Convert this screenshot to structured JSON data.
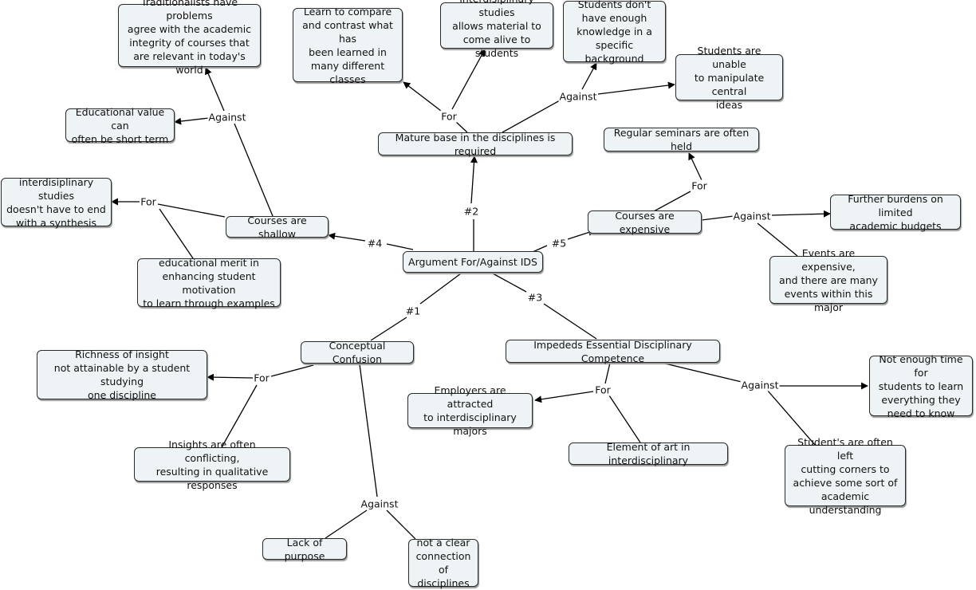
{
  "nodes": {
    "root": "Argument For/Against IDS",
    "mature_base": "Mature base in the disciplines is required",
    "compare": "Learn to compare\nand contrast what has\nbeen learned in\nmany different\nclasses",
    "alive": "Interdisiplinary studies\nallows material to\ncome alive to students",
    "not_enough_knowledge": "Students don't\nhave enough\nknowledge in a\nspecific background",
    "manipulate": "Students are unable\nto manipulate central\nideas",
    "expensive": "Courses are expensive",
    "seminars": "Regular seminars are often held",
    "burdens": "Further burdens on limited\nacademic budgets",
    "events": "Events are expensive,\nand there are many\nevents within this major",
    "shallow": "Courses are shallow",
    "traditionalists": "Traditionalists have problems\nagree with the academic\nintegrity of courses that\nare relevant in today's world",
    "short_term": "Educational value can\noften be short term",
    "no_synthesis": "interdisiplinary studies\ndoesn't have to end\nwith a synthesis",
    "merit": "educational merit in\nenhancing student motivation\nto learn through examples",
    "confusion": "Conceptual Confusion",
    "richness": "Richness of insight\nnot attainable by a student studying\none discipline",
    "conflicting": "Insights are often conflicting,\nresulting in qualitative responses",
    "lack_purpose": "Lack of purpose",
    "not_clear": "not a clear\nconnection\nof disciplines",
    "impedes": "Impededs Essential Disciplinary Competence",
    "employers": "Employers are attracted\nto interdisciplinary majors",
    "art": "Element of art in interdisciplinary",
    "not_enough_time": "Not enough time for\nstudents to learn\neverything they\nneed to know",
    "corners": "Student's are often left\ncutting corners to\nachieve some sort of\nacademic understanding"
  },
  "links": {
    "n1": "#1",
    "n2": "#2",
    "n3": "#3",
    "n4": "#4",
    "n5": "#5",
    "mature_for": "For",
    "mature_against": "Against",
    "expensive_for": "For",
    "expensive_against": "Against",
    "shallow_against": "Against",
    "shallow_for": "For",
    "confusion_for": "For",
    "confusion_against": "Against",
    "impedes_for": "For",
    "impedes_against": "Against"
  },
  "colors": {
    "node_fill": "#eef4f6",
    "border": "#2a2a2a",
    "line": "#000000"
  }
}
